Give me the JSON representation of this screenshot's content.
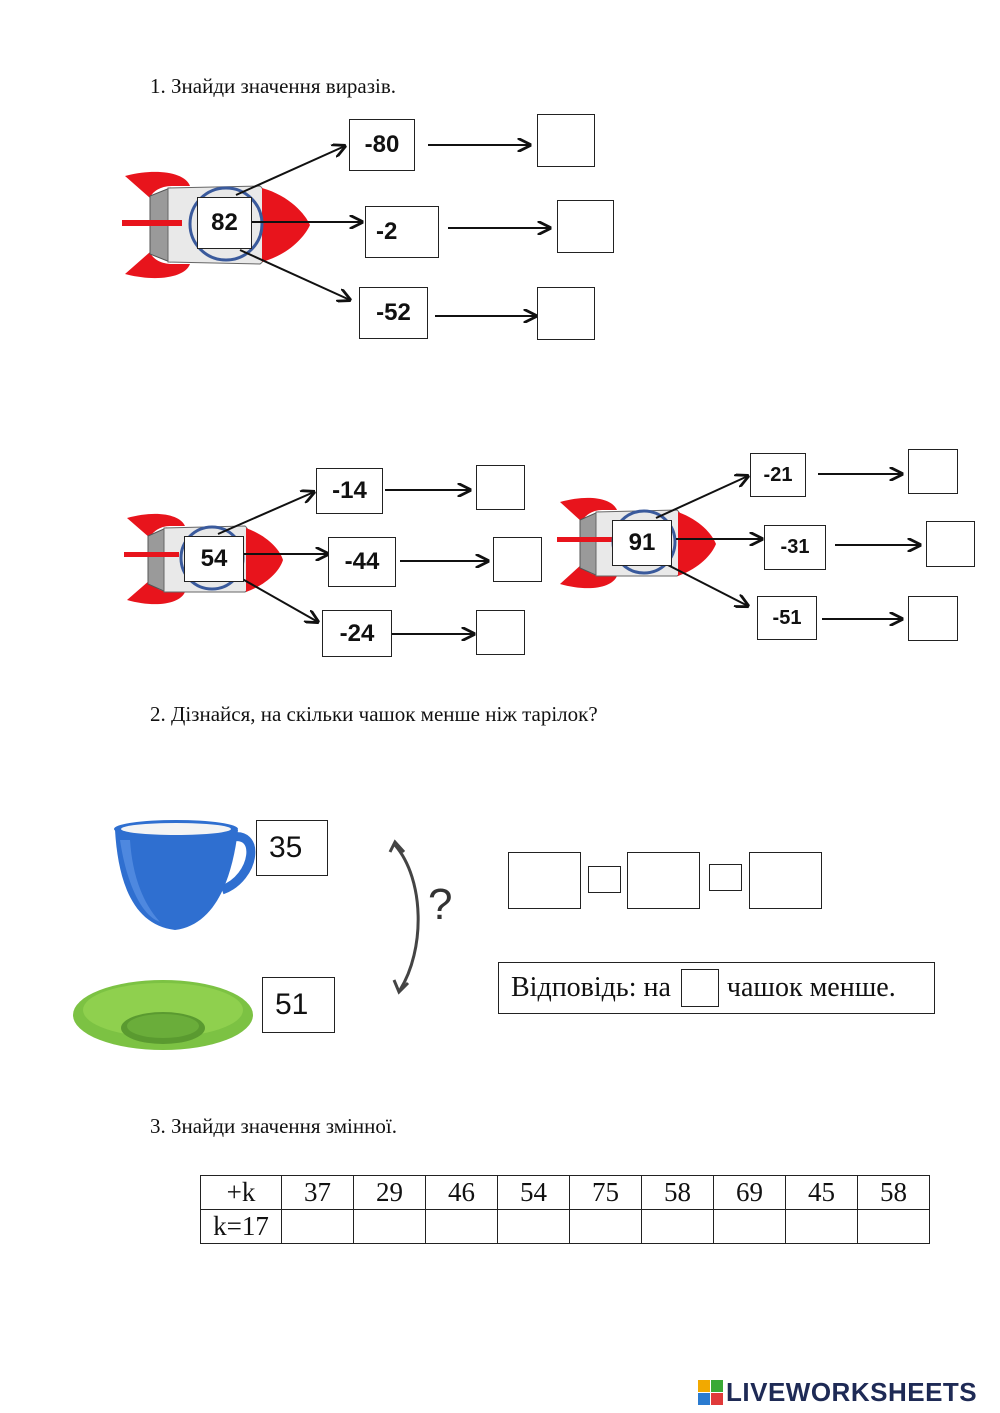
{
  "task1": {
    "title": "1.  Знайди значення виразів.",
    "rocket1": {
      "start": "82",
      "ops": [
        "-80",
        "-2",
        "-52"
      ]
    },
    "rocket2": {
      "start": "54",
      "ops": [
        "-14",
        "-44",
        "-24"
      ]
    },
    "rocket3": {
      "start": "91",
      "ops": [
        "-21",
        "-31",
        "-51"
      ]
    }
  },
  "task2": {
    "title": "2.  Дізнайся, на скільки чашок менше ніж тарілок?",
    "cups": "35",
    "plates": "51",
    "question_mark": "?",
    "answer_prefix": "Відповідь: на",
    "answer_suffix": "чашок менше."
  },
  "task3": {
    "title": "3.  Знайди значення змінної.",
    "row_header": "+k",
    "row2_header": "k=17",
    "values": [
      "37",
      "29",
      "46",
      "54",
      "75",
      "58",
      "69",
      "45",
      "58"
    ]
  },
  "footer": {
    "logo_text": "LIVEWORKSHEETS"
  },
  "colors": {
    "rocket_red": "#e8141c",
    "cup_blue": "#2f6fd0",
    "plate_green": "#7cc243"
  }
}
